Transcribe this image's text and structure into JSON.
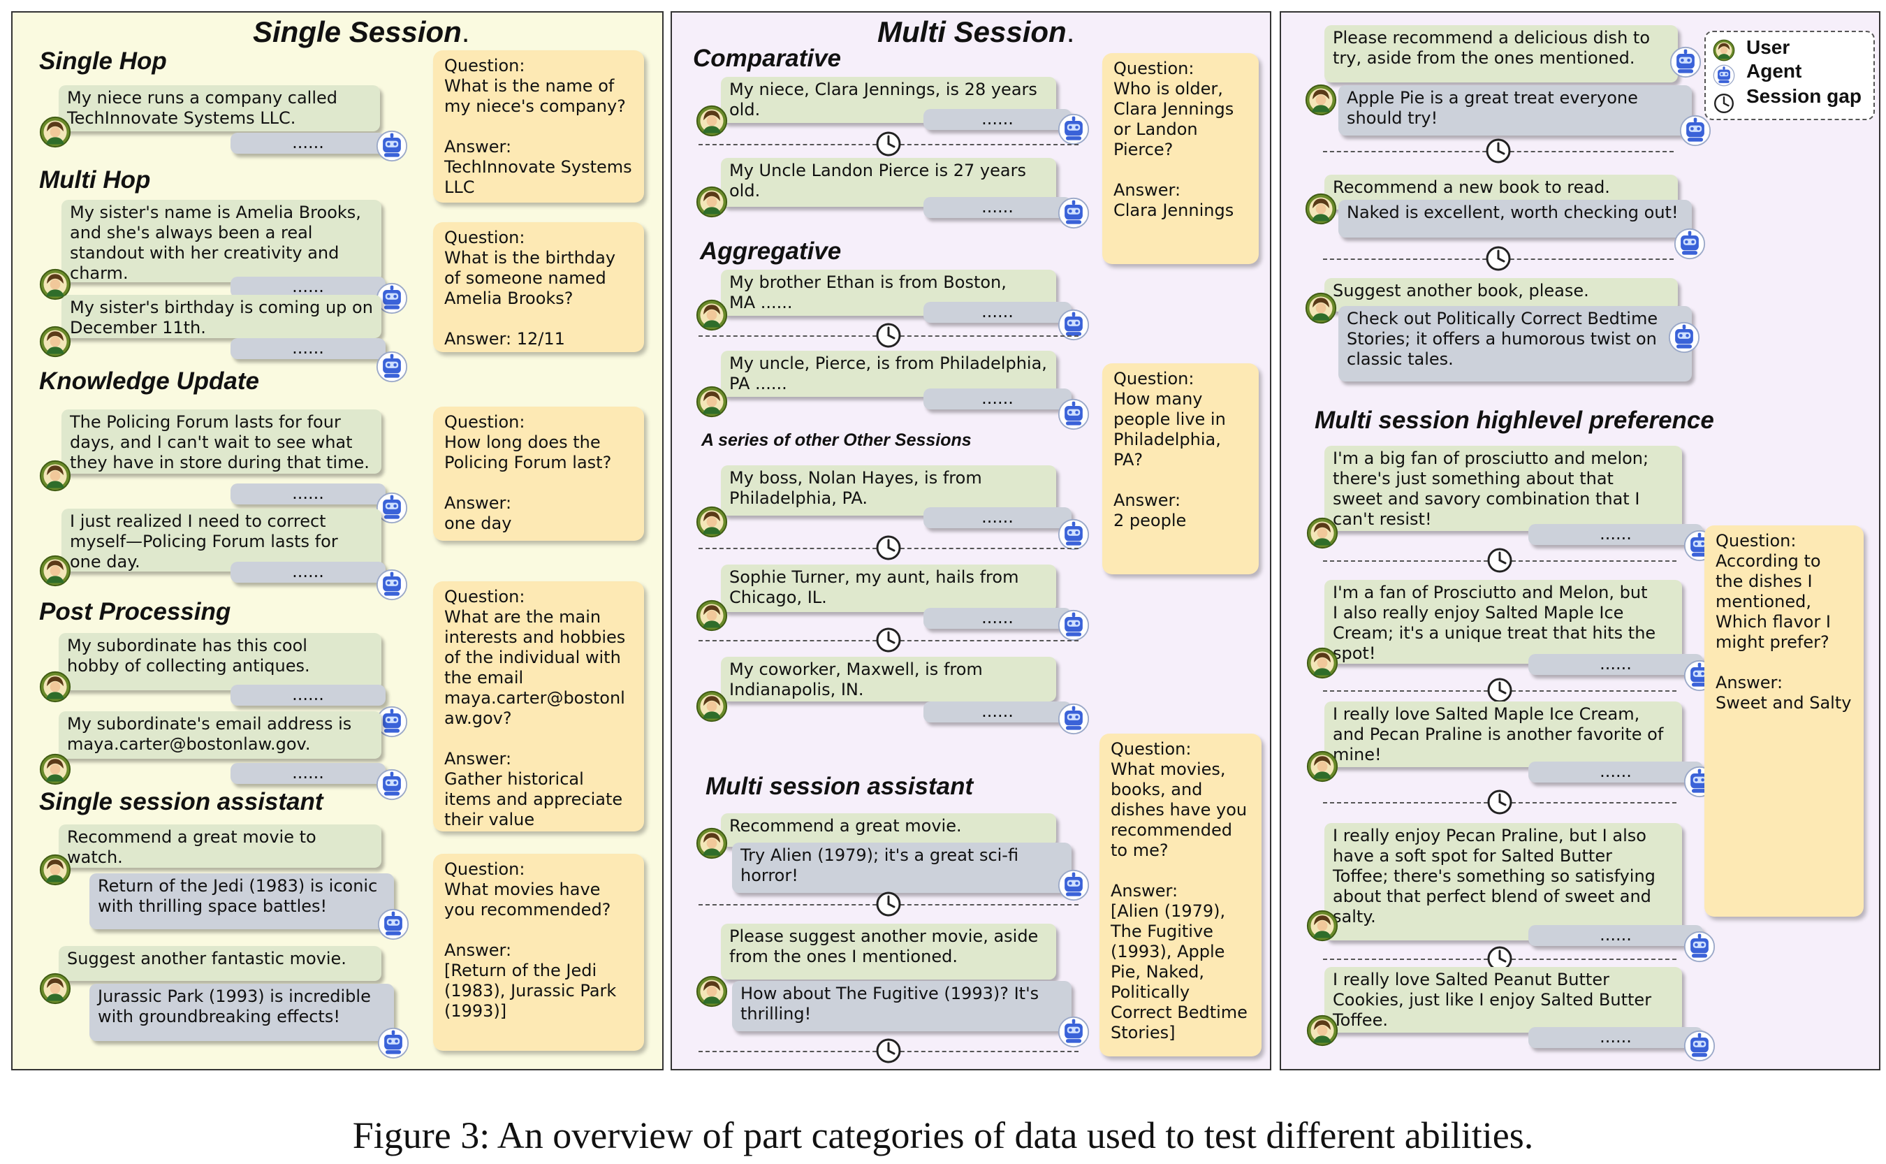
{
  "caption": "Figure 3: An overview of part categories of data used to test different abilities.",
  "panels": {
    "single": {
      "title": "Single Session",
      "dot": "."
    },
    "multi": {
      "title": "Multi Session",
      "dot": "."
    }
  },
  "legend": {
    "user": "User",
    "agent": "Agent",
    "gap": "Session gap"
  },
  "colors": {
    "user_bubble": "#dfe8cd",
    "agent_bubble": "#ccd1da",
    "qa_box": "#fde9b4",
    "panel_single": "#fafae0",
    "panel_multi": "#f6effa"
  },
  "icons": {
    "user": "user-avatar-icon",
    "agent": "robot-agent-icon",
    "gap": "clock-icon"
  },
  "placeholder": "......",
  "single_session": {
    "single_hop": {
      "title": "Single Hop",
      "u1": [
        "My niece runs a company called",
        "TechInnovate Systems LLC."
      ],
      "qa": [
        "Question:",
        "What is the name of",
        "my niece's company?",
        "",
        "Answer:",
        "TechInnovate Systems",
        "LLC"
      ]
    },
    "multi_hop": {
      "title": "Multi Hop",
      "u1": [
        "My sister's name is Amelia Brooks,",
        "and she's always been a real",
        "standout with her creativity and",
        "charm."
      ],
      "u2": [
        "My sister's birthday is coming up on",
        "December 11th."
      ],
      "qa": [
        "Question:",
        "What is the birthday",
        "of someone named",
        "Amelia Brooks?",
        "",
        "Answer: 12/11"
      ]
    },
    "knowledge_update": {
      "title": "Knowledge Update",
      "u1": [
        "The Policing Forum lasts for four",
        "days, and I can't wait to see what",
        "they have in store during that time."
      ],
      "u2": [
        "I just realized I need to correct",
        "myself—Policing Forum lasts for",
        "one day."
      ],
      "qa": [
        "Question:",
        "How long does the",
        "Policing Forum last?",
        "",
        "Answer:",
        "one day"
      ]
    },
    "post_processing": {
      "title": "Post Processing",
      "u1": [
        "My subordinate has this cool",
        "hobby of collecting antiques."
      ],
      "u2": [
        "My subordinate's email address is",
        "maya.carter@bostonlaw.gov."
      ],
      "qa": [
        "Question:",
        "What are the main",
        "interests and hobbies",
        "of the individual with",
        "the email",
        "maya.carter@bostonl",
        "aw.gov?",
        "",
        "Answer:",
        "Gather historical",
        "items and appreciate",
        "their value"
      ]
    },
    "single_session_assistant": {
      "title": "Single session assistant",
      "u1": [
        "Recommend a great movie to",
        "watch."
      ],
      "a1": [
        "Return of the Jedi (1983) is iconic",
        "with thrilling space battles!"
      ],
      "u2": [
        "Suggest another fantastic movie."
      ],
      "a2": [
        "Jurassic Park (1993) is incredible",
        "with groundbreaking effects!"
      ],
      "qa": [
        "Question:",
        "What movies have",
        "you recommended?",
        "",
        "Answer:",
        "[Return of the Jedi",
        "(1983), Jurassic Park",
        "(1993)]"
      ]
    }
  },
  "multi_session": {
    "comparative": {
      "title": "Comparative",
      "u1": [
        "My niece, Clara Jennings, is 28 years",
        "old."
      ],
      "u2": [
        "My Uncle Landon Pierce is 27 years",
        "old."
      ],
      "qa": [
        "Question:",
        "Who is older,",
        "Clara Jennings",
        "or Landon",
        "Pierce?",
        "",
        "Answer:",
        "Clara Jennings"
      ]
    },
    "aggregative": {
      "title": "Aggregative",
      "u1": [
        "My brother Ethan is from Boston,",
        "MA ......"
      ],
      "u2": [
        "My uncle, Pierce, is from Philadelphia,",
        "PA ......"
      ],
      "series": "A series of other Other Sessions",
      "u3": [
        "My boss, Nolan Hayes, is from",
        "Philadelphia, PA."
      ],
      "u4": [
        "Sophie Turner, my aunt, hails from",
        "Chicago, IL."
      ],
      "u5": [
        "My coworker, Maxwell, is from",
        "Indianapolis, IN."
      ],
      "qa": [
        "Question:",
        "How many",
        "people live in",
        "Philadelphia,",
        "PA?",
        "",
        "Answer:",
        "2 people"
      ]
    },
    "multi_session_assistant": {
      "title": "Multi session assistant",
      "u1": [
        "Recommend a great movie."
      ],
      "a1": [
        "Try Alien (1979); it's a great sci-fi",
        "horror!"
      ],
      "u2": [
        "Please suggest another movie, aside",
        "from the ones I mentioned."
      ],
      "a2": [
        "How about The Fugitive (1993)? It's",
        "thrilling!"
      ],
      "qa": [
        "Question:",
        "What movies,",
        "books, and",
        "dishes have you",
        "recommended",
        "to me?",
        "",
        "Answer:",
        "[Alien (1979),",
        "The Fugitive",
        "(1993), Apple",
        "Pie, Naked,",
        "Politically",
        "Correct Bedtime",
        "Stories]"
      ]
    },
    "continuation": {
      "u1": [
        "Please recommend a delicious dish to",
        "try, aside from the ones mentioned."
      ],
      "a1": [
        "Apple Pie is a great treat everyone",
        "should try!"
      ],
      "u2": [
        "Recommend a new book to read."
      ],
      "a2": [
        "Naked is excellent, worth checking out!"
      ],
      "u3": [
        "Suggest another book, please."
      ],
      "a3": [
        "Check out Politically Correct Bedtime",
        "Stories; it offers a humorous twist on",
        "classic tales."
      ]
    },
    "highlevel_preference": {
      "title": "Multi session highlevel preference",
      "u1": [
        "I'm a big fan of prosciutto and melon;",
        "there's just something about that",
        "sweet and savory combination that I",
        "can't resist!"
      ],
      "u2": [
        "I'm a fan of Prosciutto and Melon, but",
        "I also really enjoy Salted Maple Ice",
        "Cream; it's a unique treat that hits the",
        "spot!"
      ],
      "u3": [
        "I really love Salted Maple Ice Cream,",
        "and Pecan Praline is another favorite of",
        "mine!"
      ],
      "u4": [
        "I really enjoy Pecan Praline, but I also",
        "have a soft spot for Salted Butter",
        "Toffee; there's something so satisfying",
        "about that perfect blend of sweet and",
        "salty."
      ],
      "u5": [
        "I really love Salted Peanut Butter",
        "Cookies, just like I enjoy Salted Butter",
        "Toffee."
      ],
      "qa": [
        "Question:",
        "According to",
        "the dishes I",
        "mentioned,",
        "Which flavor I",
        "might prefer?",
        "",
        "Answer:",
        "Sweet and Salty"
      ]
    }
  }
}
